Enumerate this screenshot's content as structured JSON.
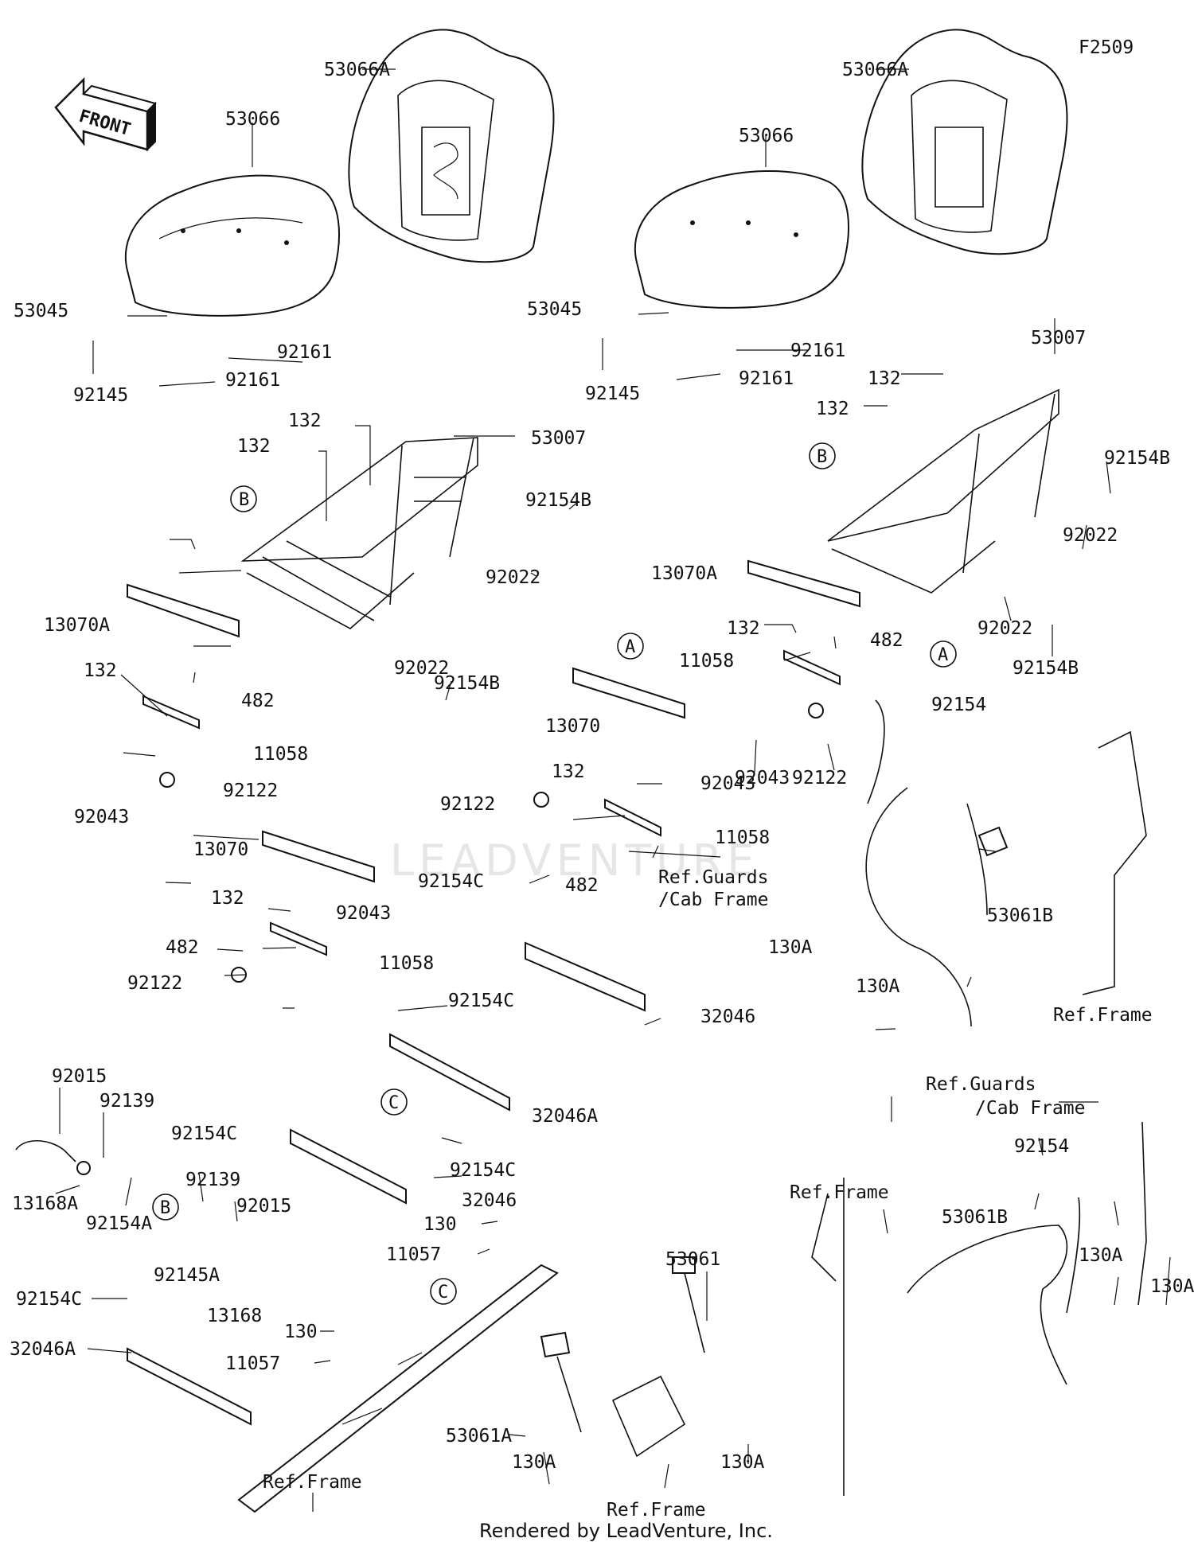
{
  "figure_id": "F2509",
  "front_label": "FRONT",
  "watermark": "LEADVENTURE",
  "footer": "Rendered by LeadVenture, Inc.",
  "callouts": {
    "a": "A",
    "b": "B",
    "c": "C"
  },
  "labels": {
    "l_53066A_1": "53066A",
    "l_53066_1": "53066",
    "l_53045_1": "53045",
    "l_92145_1": "92145",
    "l_92161_1a": "92161",
    "l_92161_1b": "92161",
    "l_132_1a": "132",
    "l_132_1b": "132",
    "l_53007_1": "53007",
    "l_92154B_1a": "92154B",
    "l_92022_1a": "92022",
    "l_13070A_1": "13070A",
    "l_92022_1b": "92022",
    "l_92154B_1b": "92154B",
    "l_132_2": "132",
    "l_482_2": "482",
    "l_11058_2": "11058",
    "l_92043_2": "92043",
    "l_92122_2": "92122",
    "l_13070_2": "13070",
    "l_132_3": "132",
    "l_92043_3": "92043",
    "l_482_3": "482",
    "l_11058_3": "11058",
    "l_92122_3": "92122",
    "l_92154C_3": "92154C",
    "l_32046A_3": "32046A",
    "l_92015_4": "92015",
    "l_92139_4": "92139",
    "l_13168A_4": "13168A",
    "l_92154A_4": "92154A",
    "l_92139_4b": "92139",
    "l_92015_4b": "92015",
    "l_92145A_4": "92145A",
    "l_13168_4": "13168",
    "l_92154C_5": "92154C",
    "l_92154C_5b": "92154C",
    "l_32046_5": "32046",
    "l_130_5": "130",
    "l_11057_5": "11057",
    "l_92154C_6": "92154C",
    "l_32046A_6": "32046A",
    "l_130_6": "130",
    "l_11057_6": "11057",
    "l_refframe_6": "Ref.Frame",
    "l_53066A_r": "53066A",
    "l_53066_r": "53066",
    "l_53045_r": "53045",
    "l_92145_r": "92145",
    "l_92161_ra": "92161",
    "l_92161_rb": "92161",
    "l_53007_r": "53007",
    "l_132_ra": "132",
    "l_132_rb": "132",
    "l_92154B_ra": "92154B",
    "l_92022_ra": "92022",
    "l_13070A_r": "13070A",
    "l_92022_rb": "92022",
    "l_92154B_rb": "92154B",
    "l_132_r2": "132",
    "l_482_r2": "482",
    "l_11058_r2": "11058",
    "l_92043_r2": "92043",
    "l_92122_r2": "92122",
    "l_13070_m": "13070",
    "l_132_m": "132",
    "l_92043_m": "92043",
    "l_92122_m": "92122",
    "l_11058_m": "11058",
    "l_482_m": "482",
    "l_92154C_m": "92154C",
    "l_32046_m": "32046",
    "l_92154_r": "92154",
    "l_refguards_r1": "Ref.Guards",
    "l_cabframe_r1": "/Cab Frame",
    "l_53061B_r": "53061B",
    "l_130A_r1": "130A",
    "l_130A_r2": "130A",
    "l_refframe_r1": "Ref.Frame",
    "l_refguards_r2": "Ref.Guards",
    "l_cabframe_r2": "/Cab Frame",
    "l_92154_r2": "92154",
    "l_refframe_r2": "Ref.Frame",
    "l_53061B_r2": "53061B",
    "l_130A_r3": "130A",
    "l_130A_r4": "130A",
    "l_53061": "53061",
    "l_53061A": "53061A",
    "l_130A_b1": "130A",
    "l_130A_b2": "130A",
    "l_refframe_b": "Ref.Frame"
  }
}
